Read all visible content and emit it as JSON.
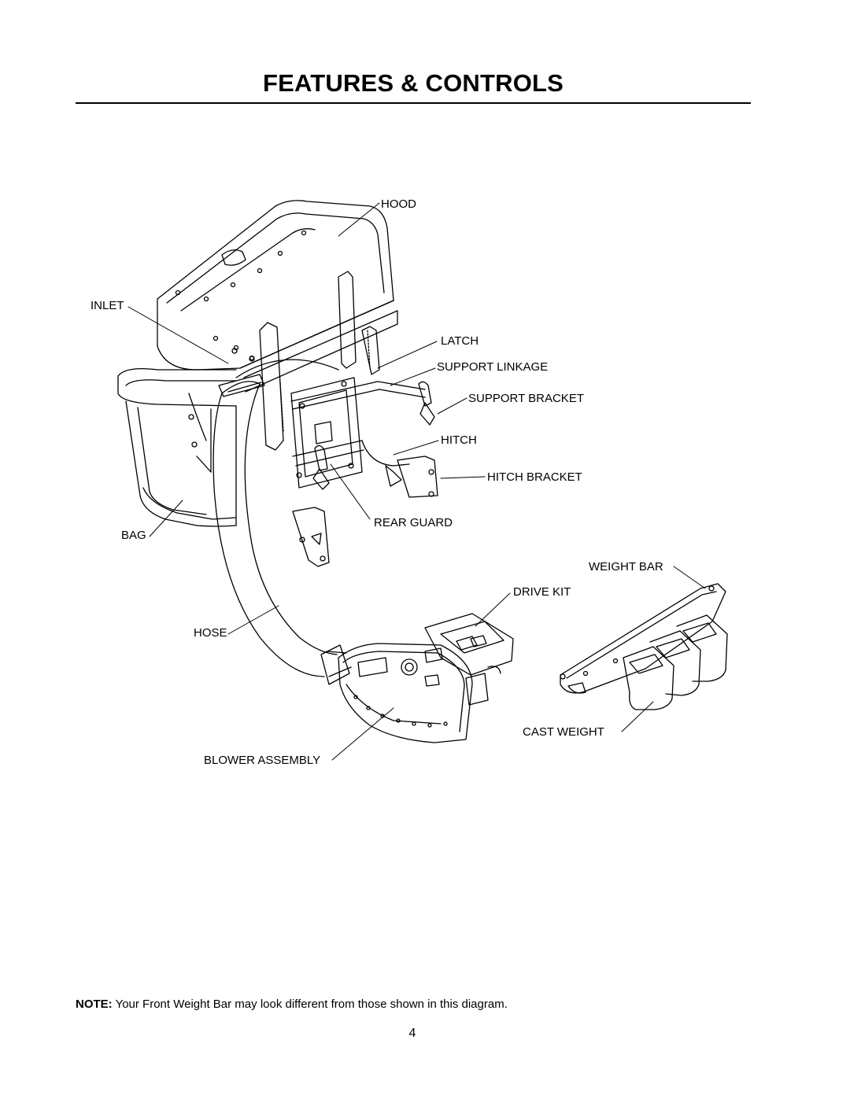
{
  "header": {
    "title": "FEATURES & CONTROLS"
  },
  "diagram": {
    "labels": {
      "hood": "HOOD",
      "inlet": "INLET",
      "latch": "LATCH",
      "support_linkage": "SUPPORT LINKAGE",
      "support_bracket": "SUPPORT BRACKET",
      "hitch": "HITCH",
      "hitch_bracket": "HITCH BRACKET",
      "rear_guard": "REAR GUARD",
      "bag": "BAG",
      "weight_bar": "WEIGHT BAR",
      "drive_kit": "DRIVE KIT",
      "hose": "HOSE",
      "cast_weight": "CAST WEIGHT",
      "blower_assembly": "BLOWER ASSEMBLY"
    }
  },
  "footer": {
    "note_label": "NOTE:",
    "note_text": " Your Front Weight Bar  may look different from those shown in this diagram.",
    "page_number": "4"
  }
}
